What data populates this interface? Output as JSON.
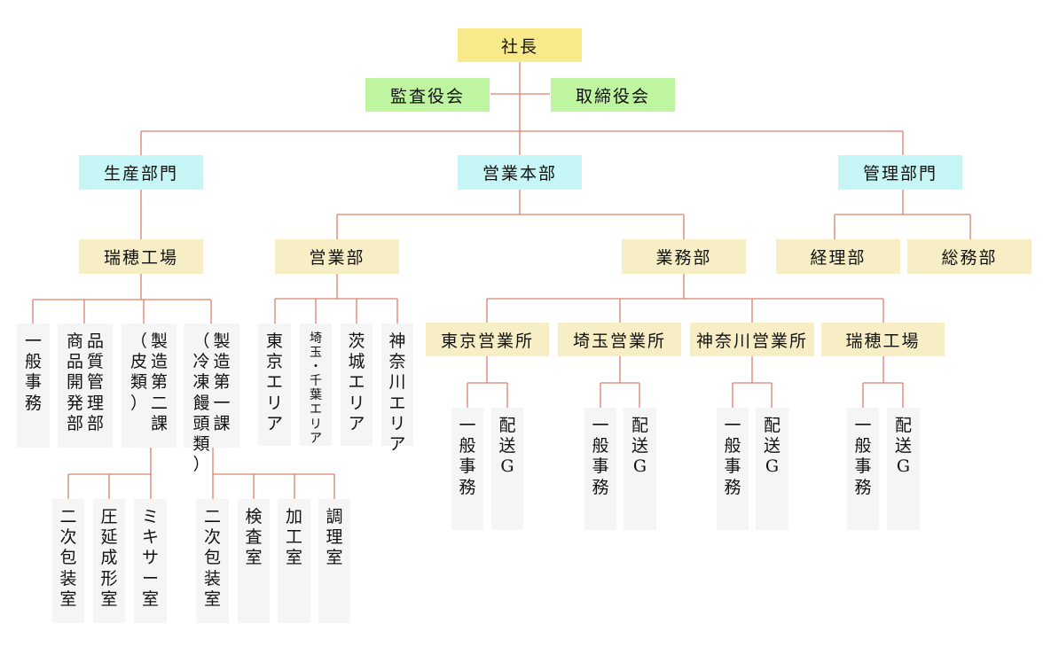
{
  "president": "社長",
  "auditors": "監査役会",
  "directors": "取締役会",
  "divisions": {
    "production": "生産部門",
    "sales_hq": "営業本部",
    "admin": "管理部門"
  },
  "departments": {
    "mizuho_factory": "瑞穂工場",
    "sales_dept": "営業部",
    "business_dept": "業務部",
    "accounting": "経理部",
    "general_affairs": "総務部"
  },
  "offices": {
    "tokyo": "東京営業所",
    "saitama": "埼玉営業所",
    "kanagawa": "神奈川営業所",
    "mizuho": "瑞穂工場"
  },
  "factory_units": {
    "general_office": [
      "一般事務"
    ],
    "quality_dev": [
      "品質管理部",
      "商品開発部"
    ],
    "mfg2": [
      "製造第二課",
      "（皮類）"
    ],
    "mfg1": [
      "製造第一課",
      "（冷凍饅頭類）"
    ]
  },
  "mfg2_rooms": {
    "secondary_packaging": [
      "二次包装室"
    ],
    "press_molding": [
      "圧延成形室"
    ],
    "mixer": [
      "ミキサー室"
    ]
  },
  "mfg1_rooms": {
    "secondary_packaging": [
      "二次包装室"
    ],
    "inspection": [
      "検査室"
    ],
    "processing": [
      "加工室"
    ],
    "cooking": [
      "調理室"
    ]
  },
  "areas": {
    "tokyo": [
      "東京エリア"
    ],
    "saitama_chiba": [
      "埼玉・千葉エリア"
    ],
    "ibaraki": [
      "茨城エリア"
    ],
    "kanagawa": [
      "神奈川エリア"
    ]
  },
  "office_units": {
    "general_office": [
      "一般事務"
    ],
    "delivery": [
      "配送G"
    ]
  },
  "colors": {
    "line": "#d9826a",
    "president_bg": "#f8e98a",
    "board_bg": "#bff5a0",
    "division_bg": "#c6f6f6",
    "department_bg": "#f8eec6",
    "unit_bg": "#f5f5f5"
  }
}
